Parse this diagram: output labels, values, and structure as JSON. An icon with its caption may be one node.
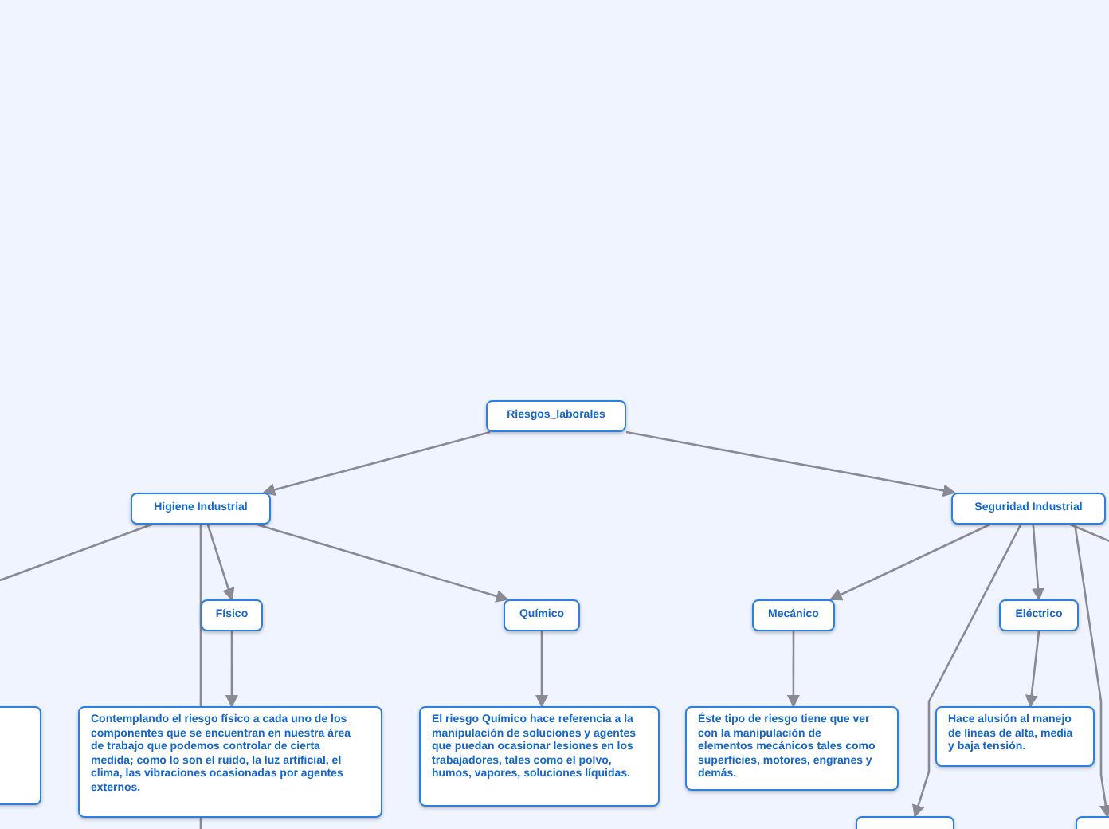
{
  "diagram": {
    "nodes": [
      {
        "text": [
          "Riesgos_laborales"
        ]
      },
      {
        "text": [
          "Higiene Industrial"
        ]
      },
      {
        "text": [
          "Seguridad Industrial"
        ]
      },
      {
        "text": [
          "Físico"
        ]
      },
      {
        "text": [
          "Químico"
        ]
      },
      {
        "text": [
          "Mecánico"
        ]
      },
      {
        "text": [
          "Eléctrico"
        ]
      },
      {
        "text": [
          "Contemplando el riesgo físico a cada uno de los componentes que se encuentran en nuestra área de trabajo que podemos controlar de cierta medida; como lo son el ruido, la luz artificial, el clima, las vibraciones ocasionadas por agentes externos."
        ]
      },
      {
        "text": [
          "El riesgo Químico hace referencia a la manipulación de soluciones y agentes que puedan ocasionar lesiones en los trabajadores, tales como el polvo, humos, vapores, soluciones líquidas."
        ]
      },
      {
        "text": [
          "Éste tipo de riesgo tiene que ver con la manipulación de elementos mecánicos tales como superficies, motores, engranes y demás."
        ]
      },
      {
        "text": [
          "Hace alusión al manejo de líneas de alta, media y baja tensión."
        ]
      },
      {
        "text": [],
        "shape": "box"
      },
      {
        "text": [],
        "shape": "box"
      },
      {
        "text": [],
        "shape": "box"
      }
    ],
    "edges": [
      {
        "from": 0,
        "to": 1,
        "arrow": "to"
      },
      {
        "from": 0,
        "to": 2,
        "arrow": "to"
      },
      {
        "from": 1,
        "to": null,
        "arrow": "none"
      },
      {
        "from": 1,
        "to": 3,
        "arrow": "to"
      },
      {
        "from": 1,
        "to": 4,
        "arrow": "to"
      },
      {
        "from": 1,
        "to": null,
        "arrow": "none"
      },
      {
        "from": 3,
        "to": 7,
        "arrow": "to"
      },
      {
        "from": 4,
        "to": 8,
        "arrow": "to"
      },
      {
        "from": 2,
        "to": 5,
        "arrow": "to"
      },
      {
        "from": 2,
        "to": 6,
        "arrow": "to"
      },
      {
        "from": 5,
        "to": 9,
        "arrow": "to"
      },
      {
        "from": 6,
        "to": 10,
        "arrow": "to"
      },
      {
        "from": 2,
        "to": 12,
        "arrow": "to"
      },
      {
        "from": 2,
        "to": 13,
        "arrow": "to"
      },
      {
        "from": 2,
        "to": null,
        "arrow": "none"
      }
    ]
  }
}
